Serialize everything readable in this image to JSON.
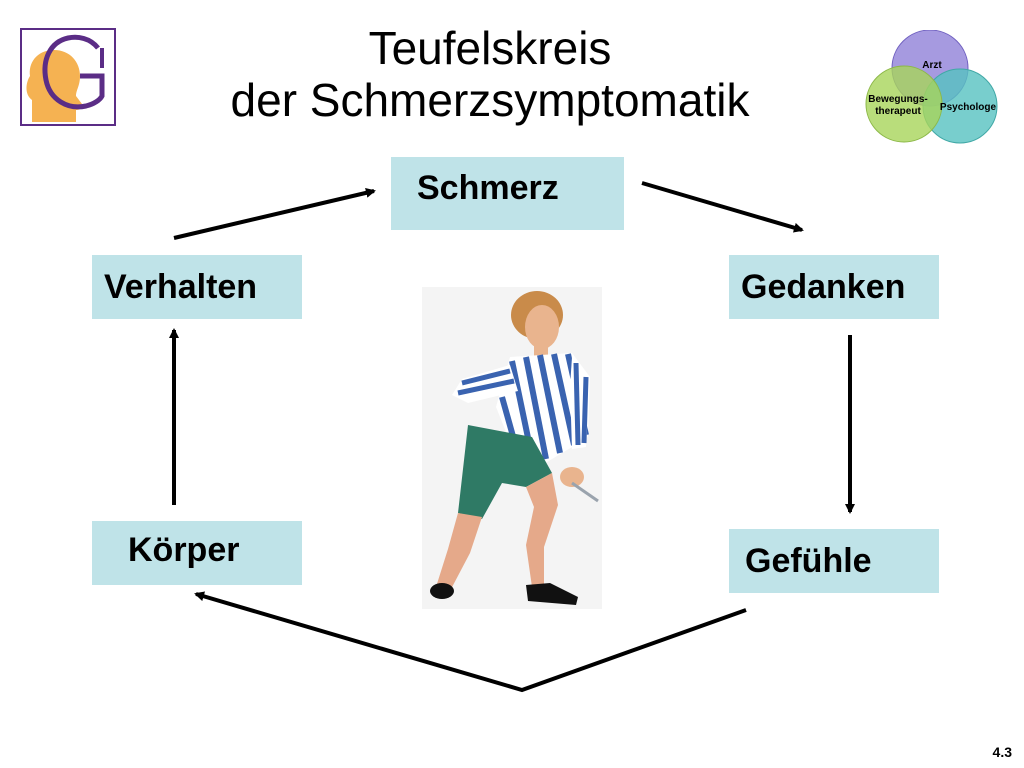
{
  "title": {
    "line1": "Teufelskreis",
    "line2": "der Schmerzsymptomatik"
  },
  "boxes": {
    "schmerz": "Schmerz",
    "verhalten": "Verhalten",
    "gedanken": "Gedanken",
    "koerper": "Körper",
    "gefuehle": "Gefühle"
  },
  "venn": {
    "top": "Arzt",
    "left_line1": "Bewegungs-",
    "left_line2": "therapeut",
    "right": "Psychologe"
  },
  "page_number": "4.3",
  "colors": {
    "box_fill": "#bfe3e8",
    "logo_orange": "#f5b252",
    "logo_purple": "#5b2d86",
    "venn_purple": "#8878d6",
    "venn_green": "#a8d45a",
    "venn_teal": "#56c2c0"
  }
}
